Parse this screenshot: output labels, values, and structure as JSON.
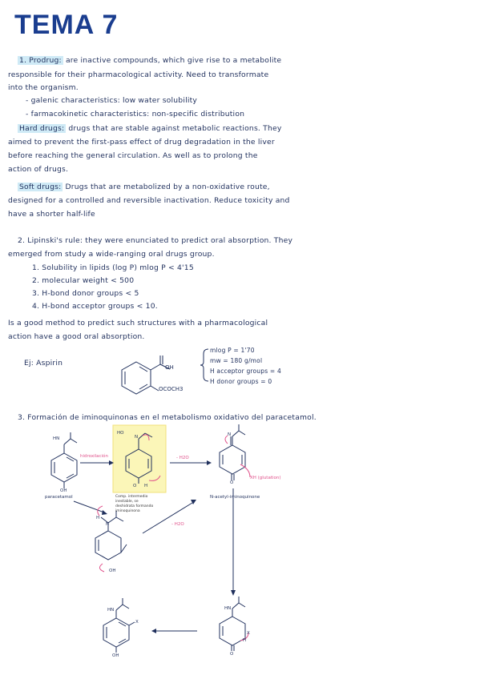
{
  "title": "TEMA 7",
  "s1": {
    "prodrug_term": "1. Prodrug:",
    "l1": "are inactive compounds, which give rise to a metabolite",
    "l2": "responsible for their pharmacological activity. Need to transformate",
    "l3": "into the organism.",
    "l4": "- galenic characteristics: low water solubility",
    "l5": "- farmacokinetic characteristics: non-specific distribution",
    "hard_term": "Hard drugs:",
    "h1": "drugs that are stable against metabolic reactions. They",
    "h2": "aimed to prevent the first-pass effect of drug degradation in the liver",
    "h3": "before reaching the general circulation. As well as to prolong the",
    "h4": "action of drugs.",
    "soft_term": "Soft drugs:",
    "sd1": "Drugs that are metabolized by a non-oxidative route,",
    "sd2": "designed for a controlled and reversible inactivation. Reduce toxicity and",
    "sd3": "have a shorter half-life"
  },
  "s2": {
    "l1": "2. Lipinski's rule: they were enunciated to predict oral absorption. They",
    "l2": "emerged from study a wide-ranging oral drugs group.",
    "items": [
      "1. Solubility in lipids (log P)    mlog P < 4'15",
      "2. molecular weight < 500",
      "3. H-bond donor groups < 5",
      "4. H-bond acceptor groups < 10."
    ],
    "l3": "Is a good method to predict such structures with a pharmacological",
    "l4": "action have a good oral absorption.",
    "example": "Ej: Aspirin",
    "mol_oh": "OH",
    "mol_ococh3": "OCOCH3",
    "props": [
      "mlog P = 1'70",
      "mw = 180 g/mol",
      "H acceptor groups = 4",
      "H donor groups = 0"
    ]
  },
  "s3": {
    "heading": "3. Formación de iminoquinonas en el metabolismo oxidativo del paracetamol.",
    "paracetamol": "paracetamol",
    "hydroxylation": "hidroxilación",
    "minus_h2o_1": "- H2O",
    "minus_h2o_2": "- H2O",
    "glutathion": "XH (glutation)",
    "napqi": "N-acetyl-iminoquinone",
    "note1": "Comp. intermedio",
    "note2": "inestable, se",
    "note3": "deshidrata formando",
    "note4": "iminoquinona",
    "hn": "HN",
    "n": "N",
    "oh": "OH",
    "o": "O",
    "ho": "HO",
    "h": "H",
    "x": "X",
    "hx": "H"
  }
}
